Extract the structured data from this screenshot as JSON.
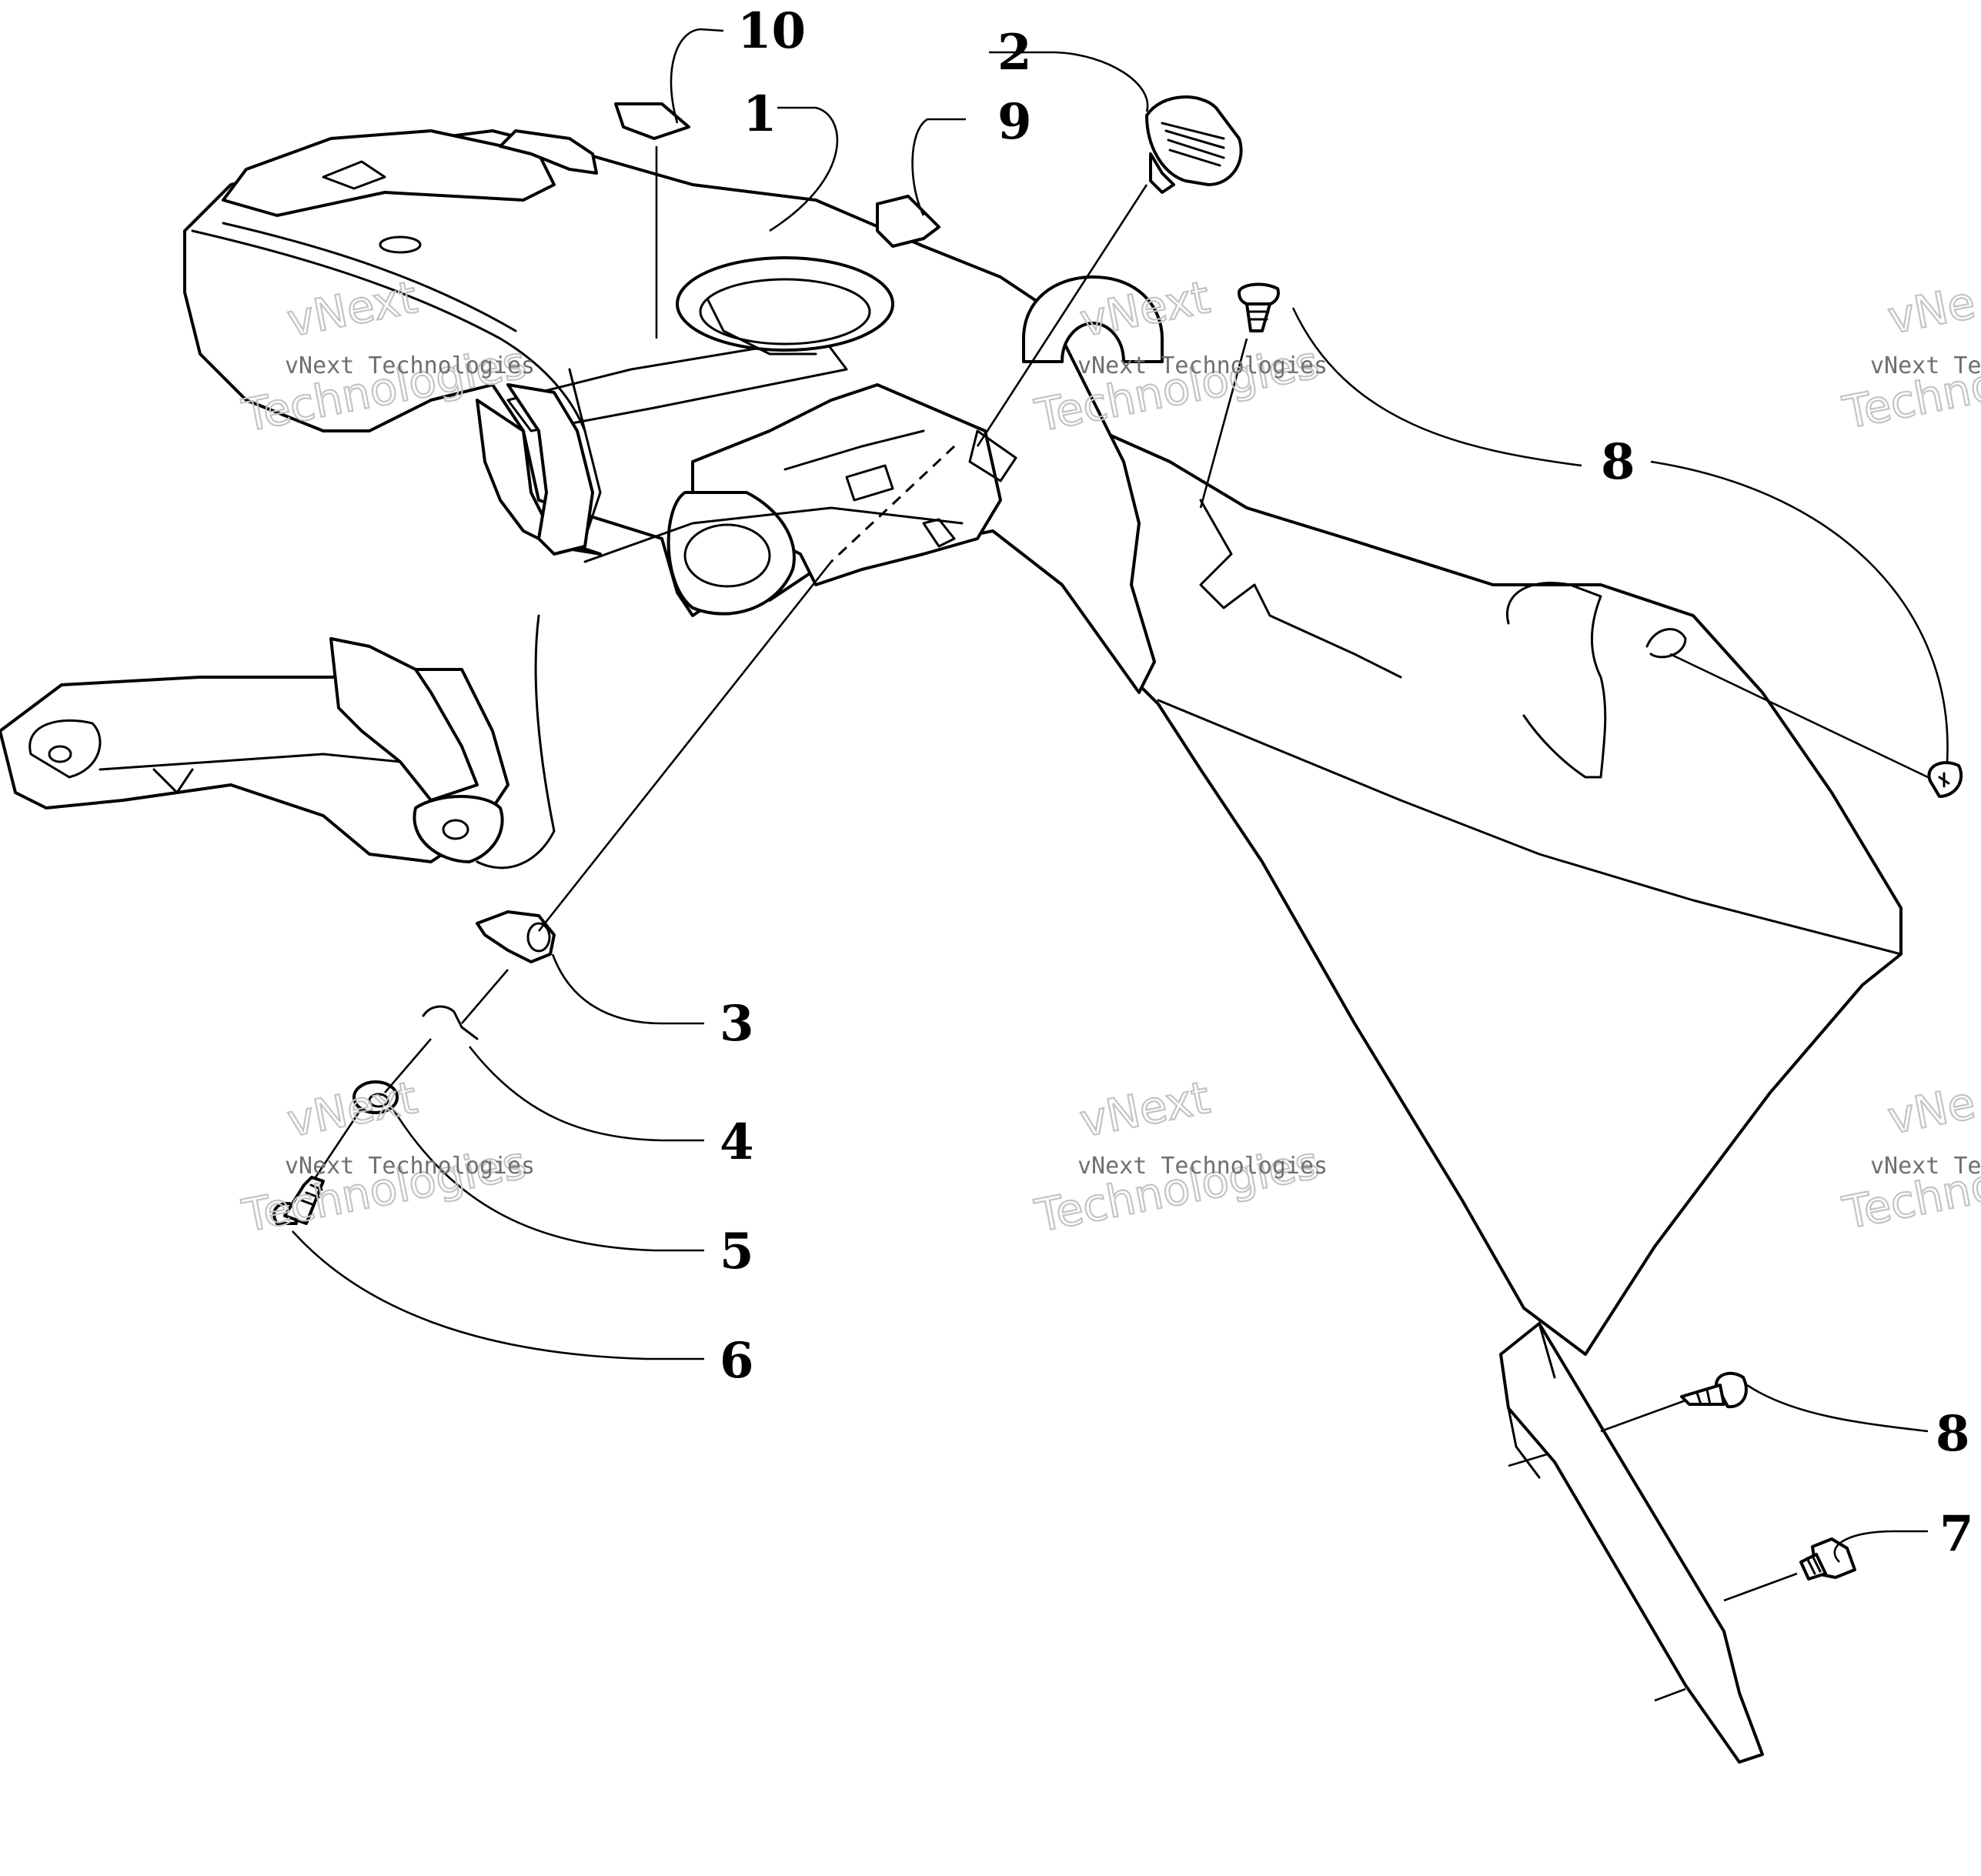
{
  "callouts": [
    {
      "id": "c1",
      "label": "1"
    },
    {
      "id": "c2",
      "label": "2"
    },
    {
      "id": "c3",
      "label": "3"
    },
    {
      "id": "c4",
      "label": "4"
    },
    {
      "id": "c5",
      "label": "5"
    },
    {
      "id": "c6",
      "label": "6"
    },
    {
      "id": "c7",
      "label": "7"
    },
    {
      "id": "c8a",
      "label": "8"
    },
    {
      "id": "c8b",
      "label": "8"
    },
    {
      "id": "c9",
      "label": "9"
    },
    {
      "id": "c10",
      "label": "10"
    }
  ],
  "watermark": {
    "company": "vNext Technologies",
    "line1": "vNext",
    "line2": "Technologies",
    "partial_small": "vNext Tec",
    "partial_big_line1": "vNe",
    "partial_big_line2": "Techno"
  }
}
